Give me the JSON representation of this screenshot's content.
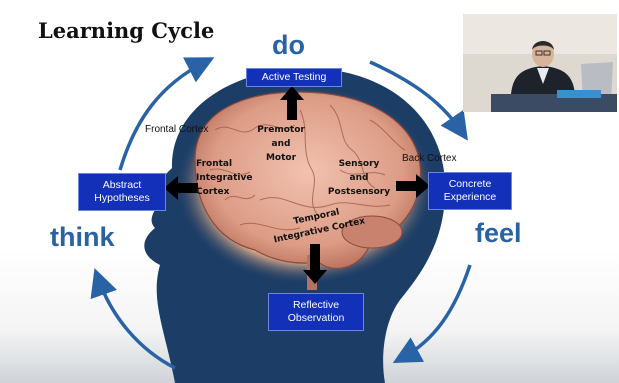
{
  "title": "Learning Cycle",
  "cycle_words": {
    "do": "do",
    "think": "think",
    "feel": "feel"
  },
  "boxes": {
    "active_testing": [
      "Active Testing"
    ],
    "abstract_hypotheses": [
      "Abstract",
      "Hypotheses"
    ],
    "concrete_experience": [
      "Concrete",
      "Experience"
    ],
    "reflective_observation": [
      "Reflective",
      "Observation"
    ]
  },
  "region_labels": {
    "frontal_cortex": "Frontal Cortex",
    "back_cortex": "Back Cortex",
    "premotor": [
      "Premotor",
      "and",
      "Motor"
    ],
    "frontal_integrative": [
      "Frontal",
      "Integrative",
      "Cortex"
    ],
    "sensory": [
      "Sensory",
      "and",
      "Postsensory"
    ],
    "temporal": [
      "Temporal",
      "Integrative Cortex"
    ]
  },
  "colors": {
    "box_fill": "#1230b8",
    "cycle_arrow": "#2a62a6",
    "head": "#1c3d66",
    "brain": "#d99a86"
  },
  "speaker_video": {
    "nameplate": ""
  }
}
